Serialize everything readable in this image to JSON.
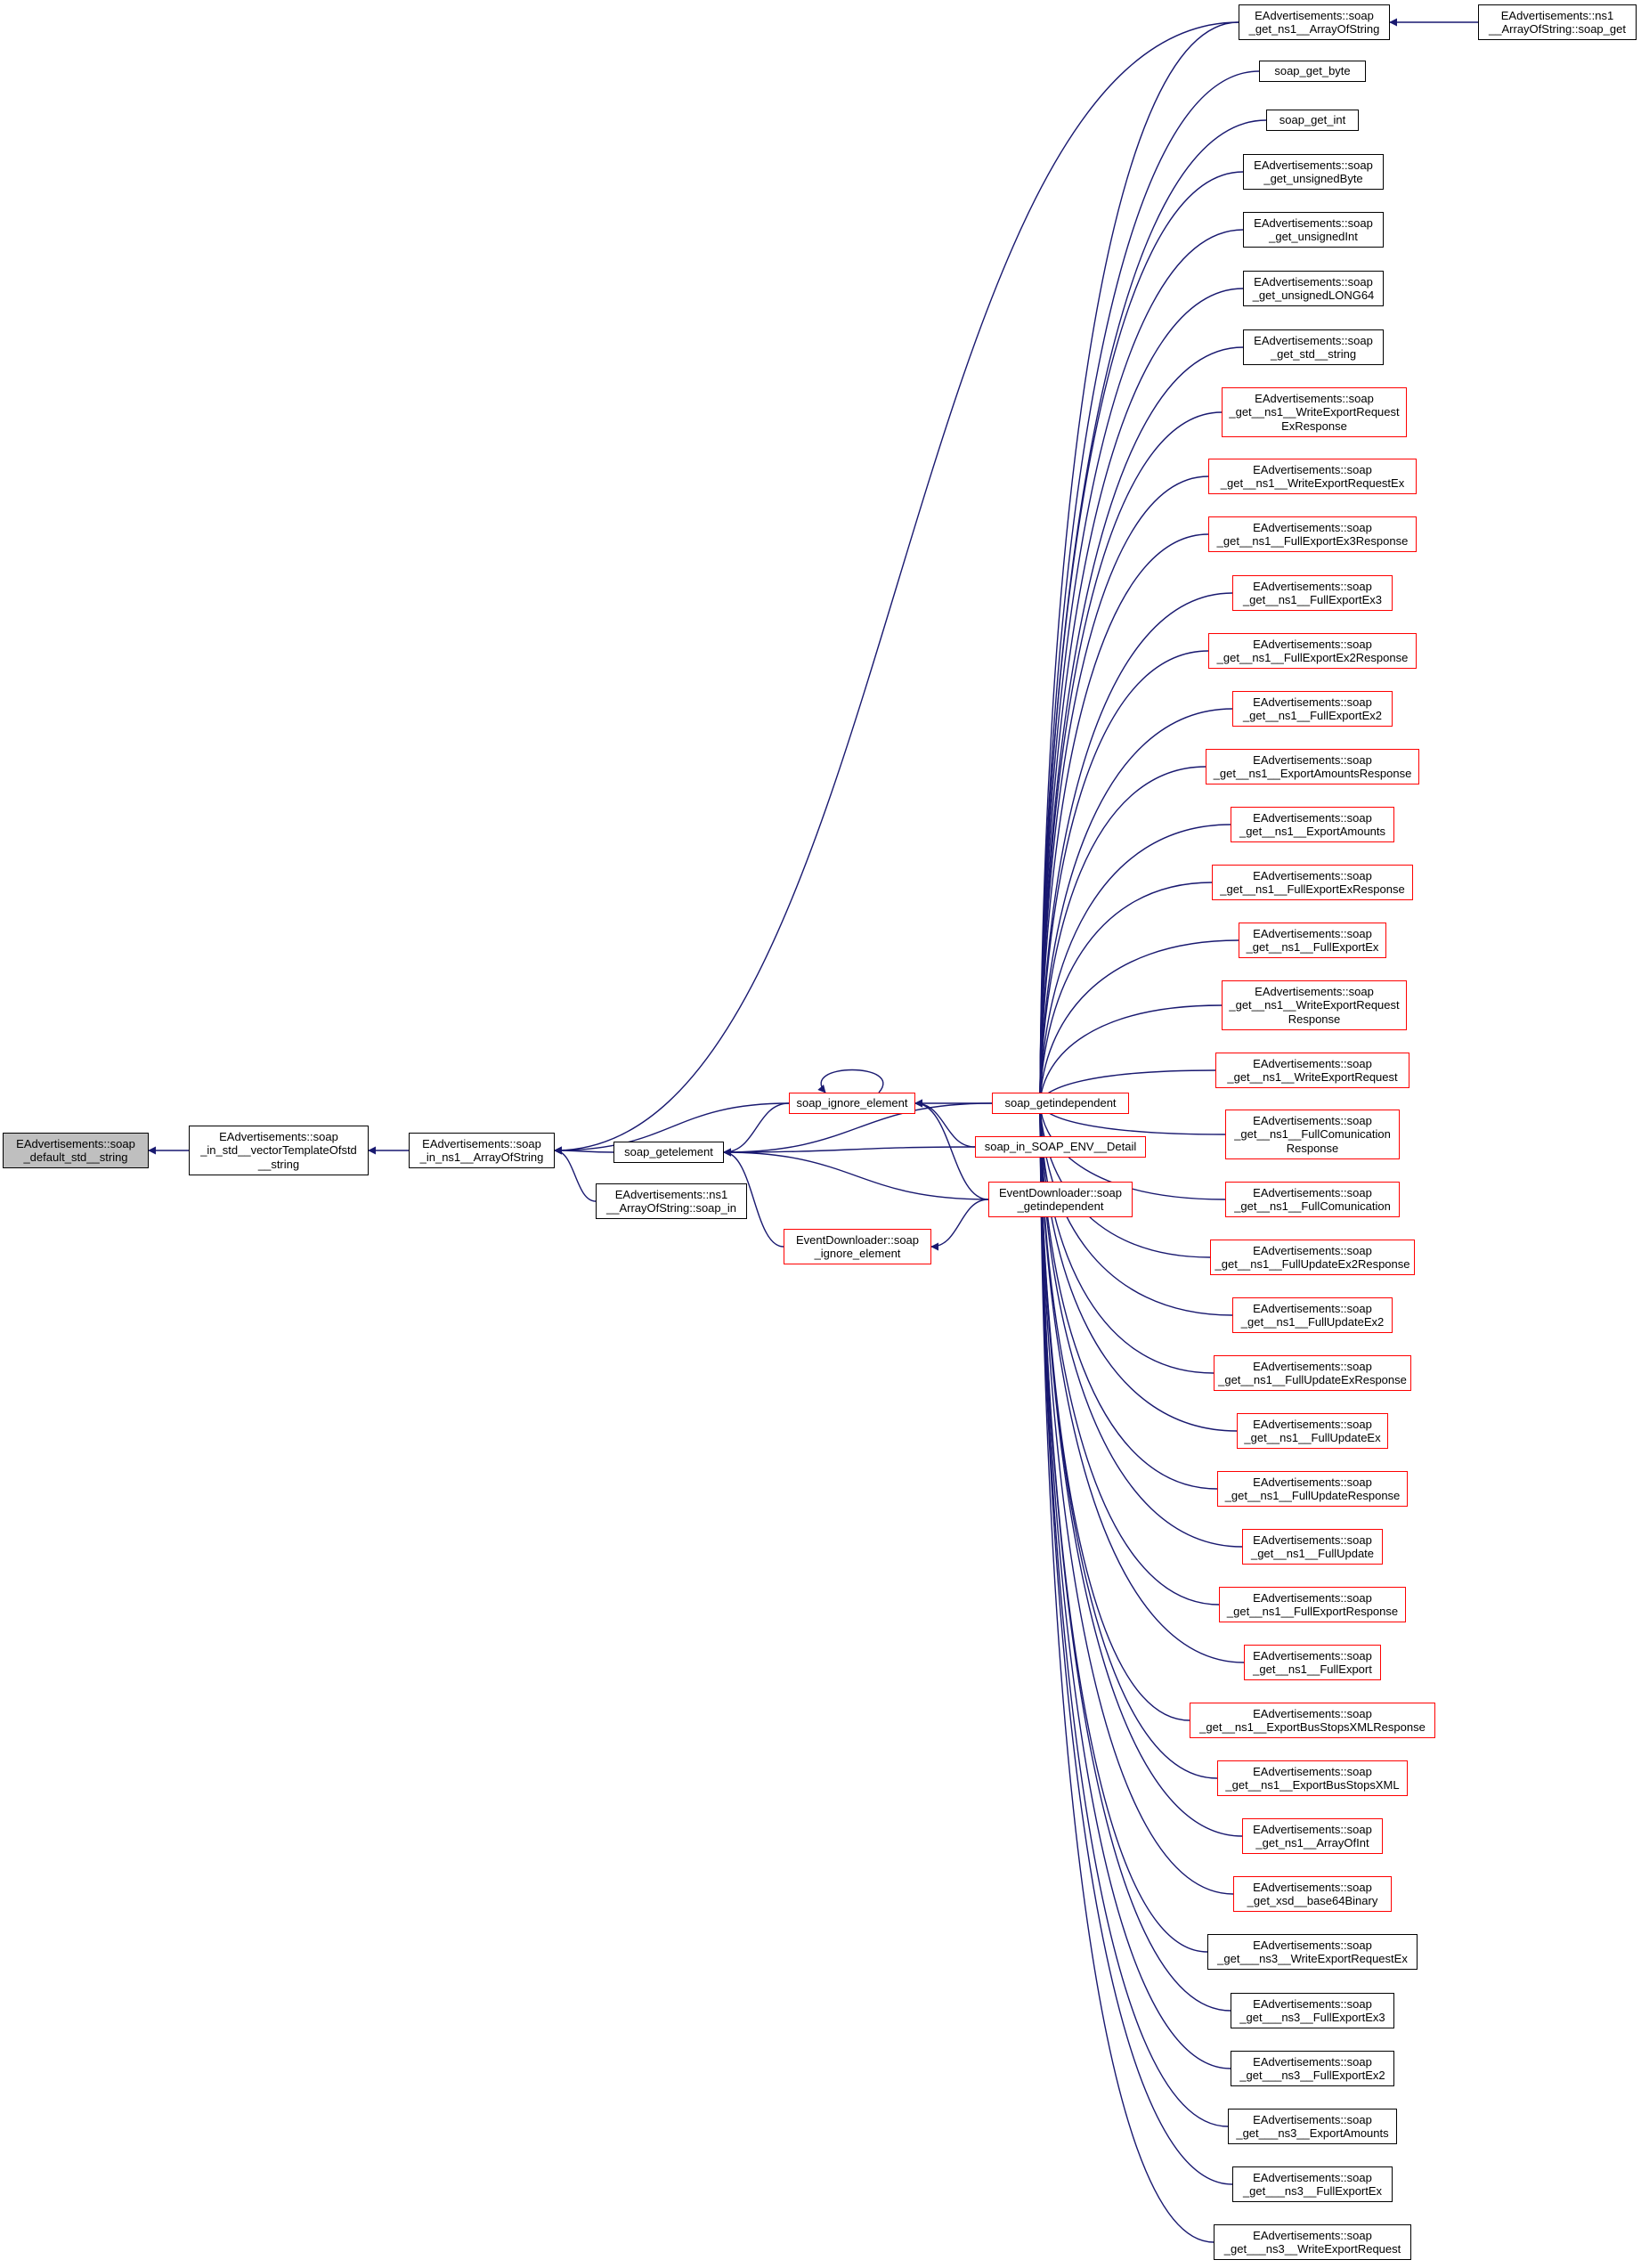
{
  "edge_color": "#191970",
  "node_border_black": "#000000",
  "node_border_red": "#ff0000",
  "root_fill": "#bfbfbf",
  "nodes": {
    "default_string": {
      "label": "EAdvertisements::soap\n_default_std__string",
      "style": "root"
    },
    "in_vector": {
      "label": "EAdvertisements::soap\n_in_std__vectorTemplateOfstd\n__string",
      "style": "black"
    },
    "in_array": {
      "label": "EAdvertisements::soap\n_in_ns1__ArrayOfString",
      "style": "black"
    },
    "getelement": {
      "label": "soap_getelement",
      "style": "black"
    },
    "aos_soap_in": {
      "label": "EAdvertisements::ns1\n__ArrayOfString::soap_in",
      "style": "black"
    },
    "ignore_element": {
      "label": "soap_ignore_element",
      "style": "red"
    },
    "ed_ignore": {
      "label": "EventDownloader::soap\n_ignore_element",
      "style": "red"
    },
    "getindependent": {
      "label": "soap_getindependent",
      "style": "red"
    },
    "env_detail": {
      "label": "soap_in_SOAP_ENV__Detail",
      "style": "red"
    },
    "ed_getindep": {
      "label": "EventDownloader::soap\n_getindependent",
      "style": "red"
    },
    "get_aos": {
      "label": "EAdvertisements::soap\n_get_ns1__ArrayOfString",
      "style": "black"
    },
    "aos_soap_get": {
      "label": "EAdvertisements::ns1\n__ArrayOfString::soap_get",
      "style": "black"
    },
    "get_byte": {
      "label": "soap_get_byte",
      "style": "black"
    },
    "get_int": {
      "label": "soap_get_int",
      "style": "black"
    },
    "get_ubyte": {
      "label": "EAdvertisements::soap\n_get_unsignedByte",
      "style": "black"
    },
    "get_uint": {
      "label": "EAdvertisements::soap\n_get_unsignedInt",
      "style": "black"
    },
    "get_ulong": {
      "label": "EAdvertisements::soap\n_get_unsignedLONG64",
      "style": "black"
    },
    "get_string": {
      "label": "EAdvertisements::soap\n_get_std__string",
      "style": "black"
    },
    "wer_exresp": {
      "label": "EAdvertisements::soap\n_get__ns1__WriteExportRequest\nExResponse",
      "style": "red"
    },
    "wer_ex": {
      "label": "EAdvertisements::soap\n_get__ns1__WriteExportRequestEx",
      "style": "red"
    },
    "fe3_resp": {
      "label": "EAdvertisements::soap\n_get__ns1__FullExportEx3Response",
      "style": "red"
    },
    "fe3": {
      "label": "EAdvertisements::soap\n_get__ns1__FullExportEx3",
      "style": "red"
    },
    "fe2_resp": {
      "label": "EAdvertisements::soap\n_get__ns1__FullExportEx2Response",
      "style": "red"
    },
    "fe2": {
      "label": "EAdvertisements::soap\n_get__ns1__FullExportEx2",
      "style": "red"
    },
    "ea_resp": {
      "label": "EAdvertisements::soap\n_get__ns1__ExportAmountsResponse",
      "style": "red"
    },
    "ea": {
      "label": "EAdvertisements::soap\n_get__ns1__ExportAmounts",
      "style": "red"
    },
    "fex_resp": {
      "label": "EAdvertisements::soap\n_get__ns1__FullExportExResponse",
      "style": "red"
    },
    "fex": {
      "label": "EAdvertisements::soap\n_get__ns1__FullExportEx",
      "style": "red"
    },
    "wer_resp": {
      "label": "EAdvertisements::soap\n_get__ns1__WriteExportRequest\nResponse",
      "style": "red"
    },
    "wer": {
      "label": "EAdvertisements::soap\n_get__ns1__WriteExportRequest",
      "style": "red"
    },
    "fc_resp": {
      "label": "EAdvertisements::soap\n_get__ns1__FullComunication\nResponse",
      "style": "red"
    },
    "fc": {
      "label": "EAdvertisements::soap\n_get__ns1__FullComunication",
      "style": "red"
    },
    "fu2_resp": {
      "label": "EAdvertisements::soap\n_get__ns1__FullUpdateEx2Response",
      "style": "red"
    },
    "fu2": {
      "label": "EAdvertisements::soap\n_get__ns1__FullUpdateEx2",
      "style": "red"
    },
    "fux_resp": {
      "label": "EAdvertisements::soap\n_get__ns1__FullUpdateExResponse",
      "style": "red"
    },
    "fux": {
      "label": "EAdvertisements::soap\n_get__ns1__FullUpdateEx",
      "style": "red"
    },
    "fu_resp": {
      "label": "EAdvertisements::soap\n_get__ns1__FullUpdateResponse",
      "style": "red"
    },
    "fu": {
      "label": "EAdvertisements::soap\n_get__ns1__FullUpdate",
      "style": "red"
    },
    "fe_resp": {
      "label": "EAdvertisements::soap\n_get__ns1__FullExportResponse",
      "style": "red"
    },
    "fe": {
      "label": "EAdvertisements::soap\n_get__ns1__FullExport",
      "style": "red"
    },
    "ebs_resp": {
      "label": "EAdvertisements::soap\n_get__ns1__ExportBusStopsXMLResponse",
      "style": "red"
    },
    "ebs": {
      "label": "EAdvertisements::soap\n_get__ns1__ExportBusStopsXML",
      "style": "red"
    },
    "aoi": {
      "label": "EAdvertisements::soap\n_get_ns1__ArrayOfInt",
      "style": "red"
    },
    "b64": {
      "label": "EAdvertisements::soap\n_get_xsd__base64Binary",
      "style": "red"
    },
    "ns3_wer_ex": {
      "label": "EAdvertisements::soap\n_get___ns3__WriteExportRequestEx",
      "style": "black"
    },
    "ns3_fe3": {
      "label": "EAdvertisements::soap\n_get___ns3__FullExportEx3",
      "style": "black"
    },
    "ns3_fe2": {
      "label": "EAdvertisements::soap\n_get___ns3__FullExportEx2",
      "style": "black"
    },
    "ns3_ea": {
      "label": "EAdvertisements::soap\n_get___ns3__ExportAmounts",
      "style": "black"
    },
    "ns3_fex": {
      "label": "EAdvertisements::soap\n_get___ns3__FullExportEx",
      "style": "black"
    },
    "ns3_wer": {
      "label": "EAdvertisements::soap\n_get___ns3__WriteExportRequest",
      "style": "black"
    }
  },
  "edges": [
    {
      "from": "in_vector",
      "to": "default_string"
    },
    {
      "from": "in_array",
      "to": "in_vector"
    },
    {
      "from": "get_aos",
      "to": "in_array"
    },
    {
      "from": "getelement",
      "to": "in_array"
    },
    {
      "from": "aos_soap_in",
      "to": "in_array"
    },
    {
      "from": "ignore_element",
      "to": "in_array"
    },
    {
      "from": "ignore_element",
      "to": "getelement"
    },
    {
      "from": "ed_ignore",
      "to": "getelement"
    },
    {
      "from": "getindependent",
      "to": "getelement"
    },
    {
      "from": "env_detail",
      "to": "getelement"
    },
    {
      "from": "ed_getindep",
      "to": "getelement"
    },
    {
      "from": "getindependent",
      "to": "ignore_element"
    },
    {
      "from": "ignore_element",
      "to": "ignore_element"
    },
    {
      "from": "env_detail",
      "to": "ignore_element"
    },
    {
      "from": "ed_getindep",
      "to": "ignore_element"
    },
    {
      "from": "ed_getindep",
      "to": "ed_ignore"
    },
    {
      "from": "aos_soap_get",
      "to": "get_aos"
    },
    {
      "from": "get_aos",
      "to": "getindependent"
    },
    {
      "from": "get_byte",
      "to": "getindependent"
    },
    {
      "from": "get_int",
      "to": "getindependent"
    },
    {
      "from": "get_ubyte",
      "to": "getindependent"
    },
    {
      "from": "get_uint",
      "to": "getindependent"
    },
    {
      "from": "get_ulong",
      "to": "getindependent"
    },
    {
      "from": "get_string",
      "to": "getindependent"
    },
    {
      "from": "wer_exresp",
      "to": "getindependent"
    },
    {
      "from": "wer_ex",
      "to": "getindependent"
    },
    {
      "from": "fe3_resp",
      "to": "getindependent"
    },
    {
      "from": "fe3",
      "to": "getindependent"
    },
    {
      "from": "fe2_resp",
      "to": "getindependent"
    },
    {
      "from": "fe2",
      "to": "getindependent"
    },
    {
      "from": "ea_resp",
      "to": "getindependent"
    },
    {
      "from": "ea",
      "to": "getindependent"
    },
    {
      "from": "fex_resp",
      "to": "getindependent"
    },
    {
      "from": "fex",
      "to": "getindependent"
    },
    {
      "from": "wer_resp",
      "to": "getindependent"
    },
    {
      "from": "wer",
      "to": "getindependent"
    },
    {
      "from": "fc_resp",
      "to": "getindependent"
    },
    {
      "from": "fc",
      "to": "getindependent"
    },
    {
      "from": "fu2_resp",
      "to": "getindependent"
    },
    {
      "from": "fu2",
      "to": "getindependent"
    },
    {
      "from": "fux_resp",
      "to": "getindependent"
    },
    {
      "from": "fux",
      "to": "getindependent"
    },
    {
      "from": "fu_resp",
      "to": "getindependent"
    },
    {
      "from": "fu",
      "to": "getindependent"
    },
    {
      "from": "fe_resp",
      "to": "getindependent"
    },
    {
      "from": "fe",
      "to": "getindependent"
    },
    {
      "from": "ebs_resp",
      "to": "getindependent"
    },
    {
      "from": "ebs",
      "to": "getindependent"
    },
    {
      "from": "aoi",
      "to": "getindependent"
    },
    {
      "from": "b64",
      "to": "getindependent"
    },
    {
      "from": "ns3_wer_ex",
      "to": "getindependent"
    },
    {
      "from": "ns3_fe3",
      "to": "getindependent"
    },
    {
      "from": "ns3_fe2",
      "to": "getindependent"
    },
    {
      "from": "ns3_ea",
      "to": "getindependent"
    },
    {
      "from": "ns3_fex",
      "to": "getindependent"
    },
    {
      "from": "ns3_wer",
      "to": "getindependent"
    }
  ]
}
